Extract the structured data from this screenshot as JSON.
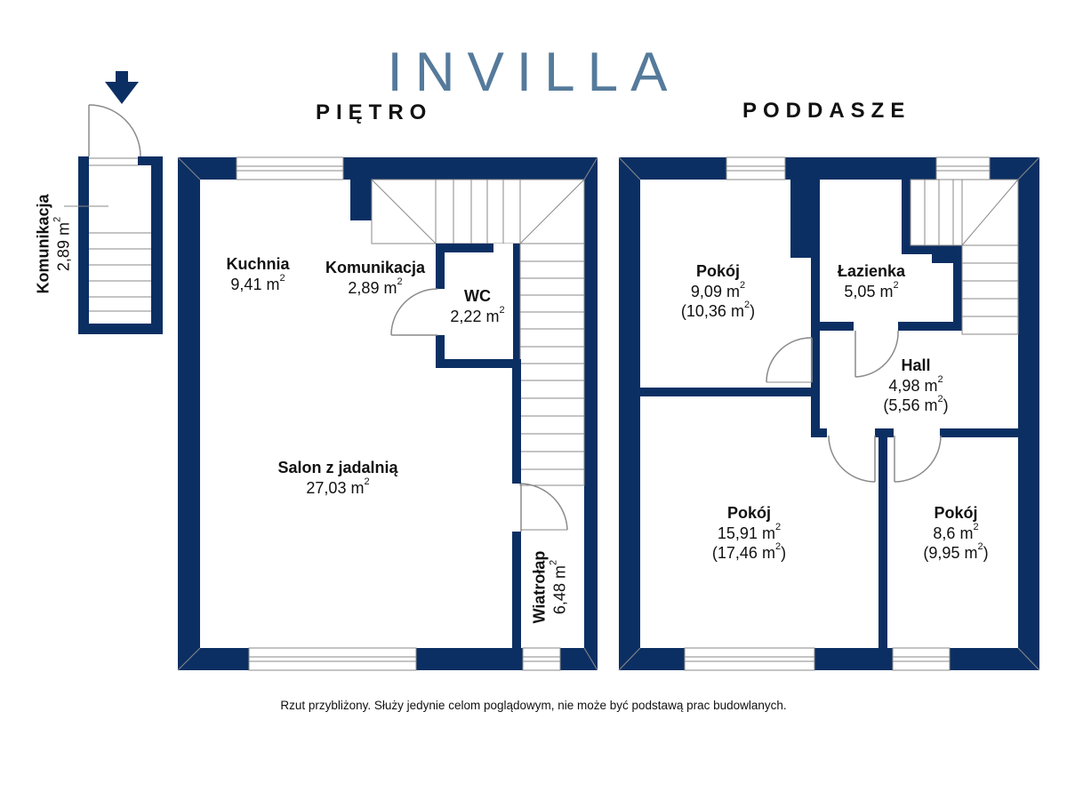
{
  "brand": {
    "logo_text": "INVILLA",
    "colors": {
      "primary": "#557a9b",
      "accent": "#c8ad8f"
    }
  },
  "colors": {
    "wall": "#0c2f63",
    "line": "#8a8a8a",
    "window": "#ffffff"
  },
  "headings": {
    "left": "PIĘTRO",
    "right": "PODDASZE"
  },
  "rooms": {
    "komunikacja_side": {
      "name": "Komunikacja",
      "area": "2,89 m",
      "unit_sup": "2"
    },
    "kuchnia": {
      "name": "Kuchnia",
      "area": "9,41 m",
      "unit_sup": "2"
    },
    "komunikacja": {
      "name": "Komunikacja",
      "area": "2,89 m",
      "unit_sup": "2"
    },
    "wc": {
      "name": "WC",
      "area": "2,22 m",
      "unit_sup": "2"
    },
    "salon": {
      "name": "Salon z jadalnią",
      "area": "27,03 m",
      "unit_sup": "2"
    },
    "wiatrolap": {
      "name": "Wiatrołap",
      "area": "6,48 m",
      "unit_sup": "2"
    },
    "pokoj1": {
      "name": "Pokój",
      "area": "9,09 m",
      "unit_sup": "2",
      "area2_open": "(10,36 m",
      "area2_close": ")"
    },
    "lazienka": {
      "name": "Łazienka",
      "area": "5,05 m",
      "unit_sup": "2"
    },
    "hall": {
      "name": "Hall",
      "area": "4,98 m",
      "unit_sup": "2",
      "area2_open": "(5,56 m",
      "area2_close": ")"
    },
    "pokoj2": {
      "name": "Pokój",
      "area": "15,91 m",
      "unit_sup": "2",
      "area2_open": "(17,46 m",
      "area2_close": ")"
    },
    "pokoj3": {
      "name": "Pokój",
      "area": "8,6 m",
      "unit_sup": "2",
      "area2_open": "(9,95 m",
      "area2_close": ")"
    }
  },
  "footer": "Rzut przybliżony. Służy jedynie celom poglądowym, nie może być podstawą prac budowlanych."
}
